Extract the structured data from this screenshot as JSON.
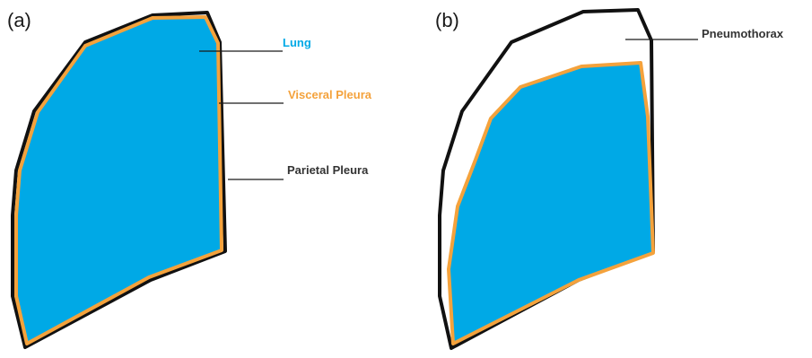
{
  "panels": [
    {
      "letter": "(a)"
    },
    {
      "letter": "(b)"
    }
  ],
  "labels": {
    "lung": "Lung",
    "visceral_pleura": "Visceral Pleura",
    "parietal_pleura": "Parietal Pleura",
    "pneumothorax": "Pneumothorax"
  },
  "colors": {
    "lung_fill": "#00a9e6",
    "visceral_pleura": "#f4a23c",
    "parietal_pleura": "#111111",
    "lung_label": "#00a9e6",
    "visceral_label": "#f4a23c",
    "dark_label": "#333333"
  }
}
